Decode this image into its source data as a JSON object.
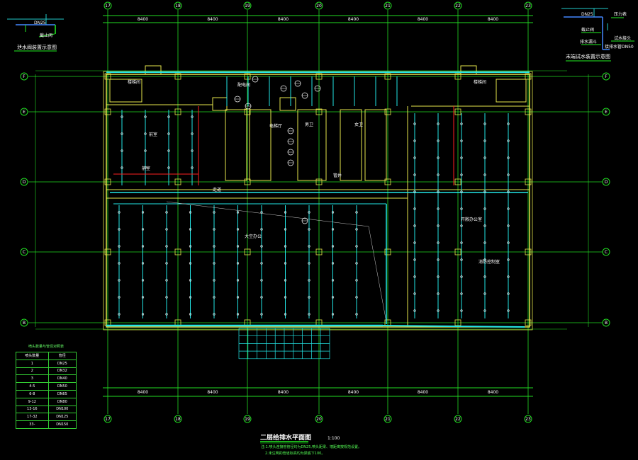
{
  "drawing": {
    "title": "二层给排水平面图",
    "scale": "1:100",
    "notes": [
      "注:1.喷头连接管管径均为DN25,喷头距梁、墙距离按规范设置。",
      "2.未注明的管道标高均为梁底下100。"
    ]
  },
  "grid": {
    "columns": [
      "17",
      "18",
      "19",
      "20",
      "21",
      "22",
      "23"
    ],
    "rows": [
      "F",
      "E",
      "D",
      "C",
      "B"
    ],
    "dimensions": [
      "8400",
      "8400",
      "8400",
      "8400",
      "8400",
      "8400"
    ]
  },
  "detail_left": {
    "title": "泄水阀装置示意图",
    "labels": [
      "DN25",
      "截止阀"
    ]
  },
  "detail_right": {
    "title": "末端试水装置示意图",
    "labels": [
      "DN25",
      "压力表",
      "截止阀",
      "排水漏斗",
      "试水接头",
      "接排水管DN50"
    ]
  },
  "rooms": [
    "楼梯间",
    "前室",
    "电梯厅",
    "男卫",
    "女卫",
    "楼梯间",
    "配电间",
    "大空办公",
    "开敞办公室",
    "走道",
    "管井",
    "前室",
    "消防控制室"
  ],
  "legend": {
    "caption": "喷头数量与管径对照表",
    "headers": [
      "喷头数量",
      "管径"
    ],
    "rows": [
      [
        "1",
        "DN25"
      ],
      [
        "2",
        "DN32"
      ],
      [
        "3",
        "DN40"
      ],
      [
        "4-5",
        "DN50"
      ],
      [
        "6-8",
        "DN65"
      ],
      [
        "9-12",
        "DN80"
      ],
      [
        "13-16",
        "DN100"
      ],
      [
        "17-32",
        "DN125"
      ],
      [
        "33-",
        "DN150"
      ]
    ]
  },
  "colors": {
    "grid": "#22dd22",
    "wall": "#e6e64c",
    "pipe": "#22e6e6",
    "text": "#ffffff",
    "fire": "#ff2020"
  }
}
